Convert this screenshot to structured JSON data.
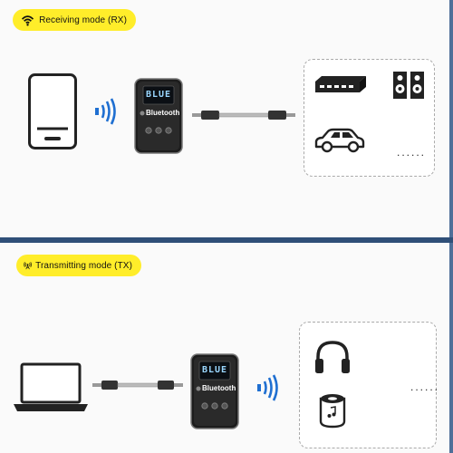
{
  "receiving": {
    "label": "Receiving mode (RX)",
    "icon": "wifi-icon",
    "source_device": "smartphone-icon",
    "adapter": {
      "brand": "Bluetooth",
      "display": "BLUE"
    },
    "outputs": [
      "hifi-receiver-icon",
      "speakers-icon",
      "car-icon"
    ],
    "more": "......"
  },
  "transmitting": {
    "label": "Transmitting mode (TX)",
    "icon": "antenna-icon",
    "source_device": "laptop-icon",
    "adapter": {
      "brand": "Bluetooth",
      "display": "BLUE"
    },
    "outputs": [
      "headphones-icon",
      "bluetooth-speaker-icon"
    ],
    "more": "......"
  },
  "colors": {
    "accent_yellow": "#ffed2a",
    "wave_blue": "#1f6fd1",
    "divider_navy": "#2f4f78",
    "device_black": "#1c1c1c"
  }
}
